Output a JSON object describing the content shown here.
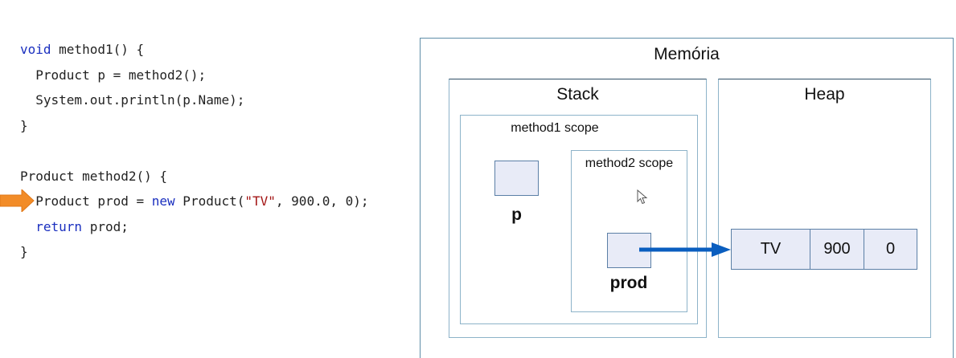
{
  "code": {
    "lines": [
      [
        {
          "t": "void",
          "c": "kw"
        },
        {
          "t": " method1() {",
          "c": ""
        }
      ],
      [
        {
          "t": "  Product p = method2();",
          "c": ""
        }
      ],
      [
        {
          "t": "  System.out.println(p.Name);",
          "c": ""
        }
      ],
      [
        {
          "t": "}",
          "c": ""
        }
      ],
      [
        {
          "t": "",
          "c": ""
        }
      ],
      [
        {
          "t": "Product method2() {",
          "c": ""
        }
      ],
      [
        {
          "t": "  Product prod = ",
          "c": ""
        },
        {
          "t": "new",
          "c": "kw"
        },
        {
          "t": " Product(",
          "c": ""
        },
        {
          "t": "\"TV\"",
          "c": "str"
        },
        {
          "t": ", 900.0, 0);",
          "c": ""
        }
      ],
      [
        {
          "t": "  ",
          "c": ""
        },
        {
          "t": "return",
          "c": "kw"
        },
        {
          "t": " prod;",
          "c": ""
        }
      ],
      [
        {
          "t": "}",
          "c": ""
        }
      ]
    ],
    "current_line_index": 6
  },
  "memory": {
    "title": "Memória",
    "stack": {
      "title": "Stack",
      "scopes": [
        {
          "title": "method1 scope",
          "variable": "p"
        },
        {
          "title": "method2 scope",
          "variable": "prod"
        }
      ]
    },
    "heap": {
      "title": "Heap",
      "object_fields": [
        "TV",
        "900",
        "0"
      ]
    }
  },
  "colors": {
    "keyword": "#1a2fbf",
    "string": "#a31515",
    "arrow": "#0a5ebf",
    "indicator": "#f28c28",
    "box_fill": "#e8ebf7",
    "box_border": "#5b7fa6"
  },
  "icons": {
    "current_line_indicator": "orange-arrow-icon",
    "mouse_pointer": "mouse-pointer-icon"
  }
}
